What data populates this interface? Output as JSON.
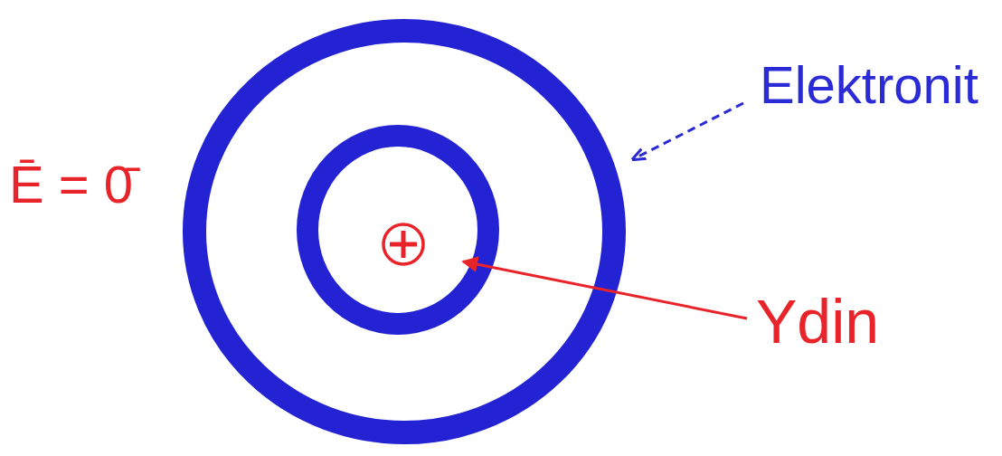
{
  "diagram": {
    "labels": [
      "Ē = 0̄",
      "Elektronit",
      "Ydin"
    ]
  }
}
